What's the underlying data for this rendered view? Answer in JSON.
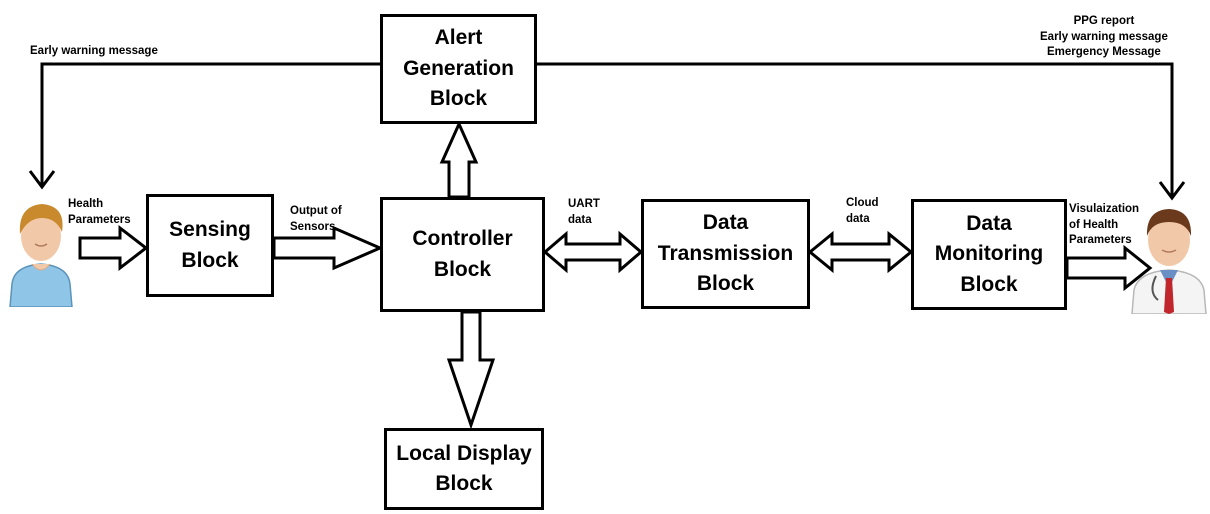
{
  "blocks": {
    "alert": [
      "Alert",
      "Generation",
      "Block"
    ],
    "sensing": [
      "Sensing",
      "Block"
    ],
    "controller": [
      "Controller",
      "Block"
    ],
    "transmission": [
      "Data",
      "Transmission",
      "Block"
    ],
    "monitoring": [
      "Data",
      "Monitoring",
      "Block"
    ],
    "local_display": [
      "Local Display",
      "Block"
    ]
  },
  "labels": {
    "early_warning_left": "Early warning message",
    "doctor_messages": [
      "PPG report",
      "Early warning message",
      "Emergency Message"
    ],
    "health_parameters": [
      "Health",
      "Parameters"
    ],
    "output_of_sensors": [
      "Output of",
      "Sensors"
    ],
    "uart_data": [
      "UART",
      "data"
    ],
    "cloud_data": [
      "Cloud",
      "data"
    ],
    "visualization": [
      "Visulaization",
      "of Health",
      "Parameters"
    ]
  },
  "icons": {
    "patient": "patient-avatar-icon",
    "doctor": "doctor-avatar-icon"
  },
  "colors": {
    "line": "#000000",
    "background": "#ffffff",
    "skin": "#f2c9a8",
    "patient_hair": "#c98a2e",
    "patient_shirt": "#8fc6e8",
    "doctor_hair": "#6b3a1c",
    "doctor_tie": "#c0262c"
  }
}
